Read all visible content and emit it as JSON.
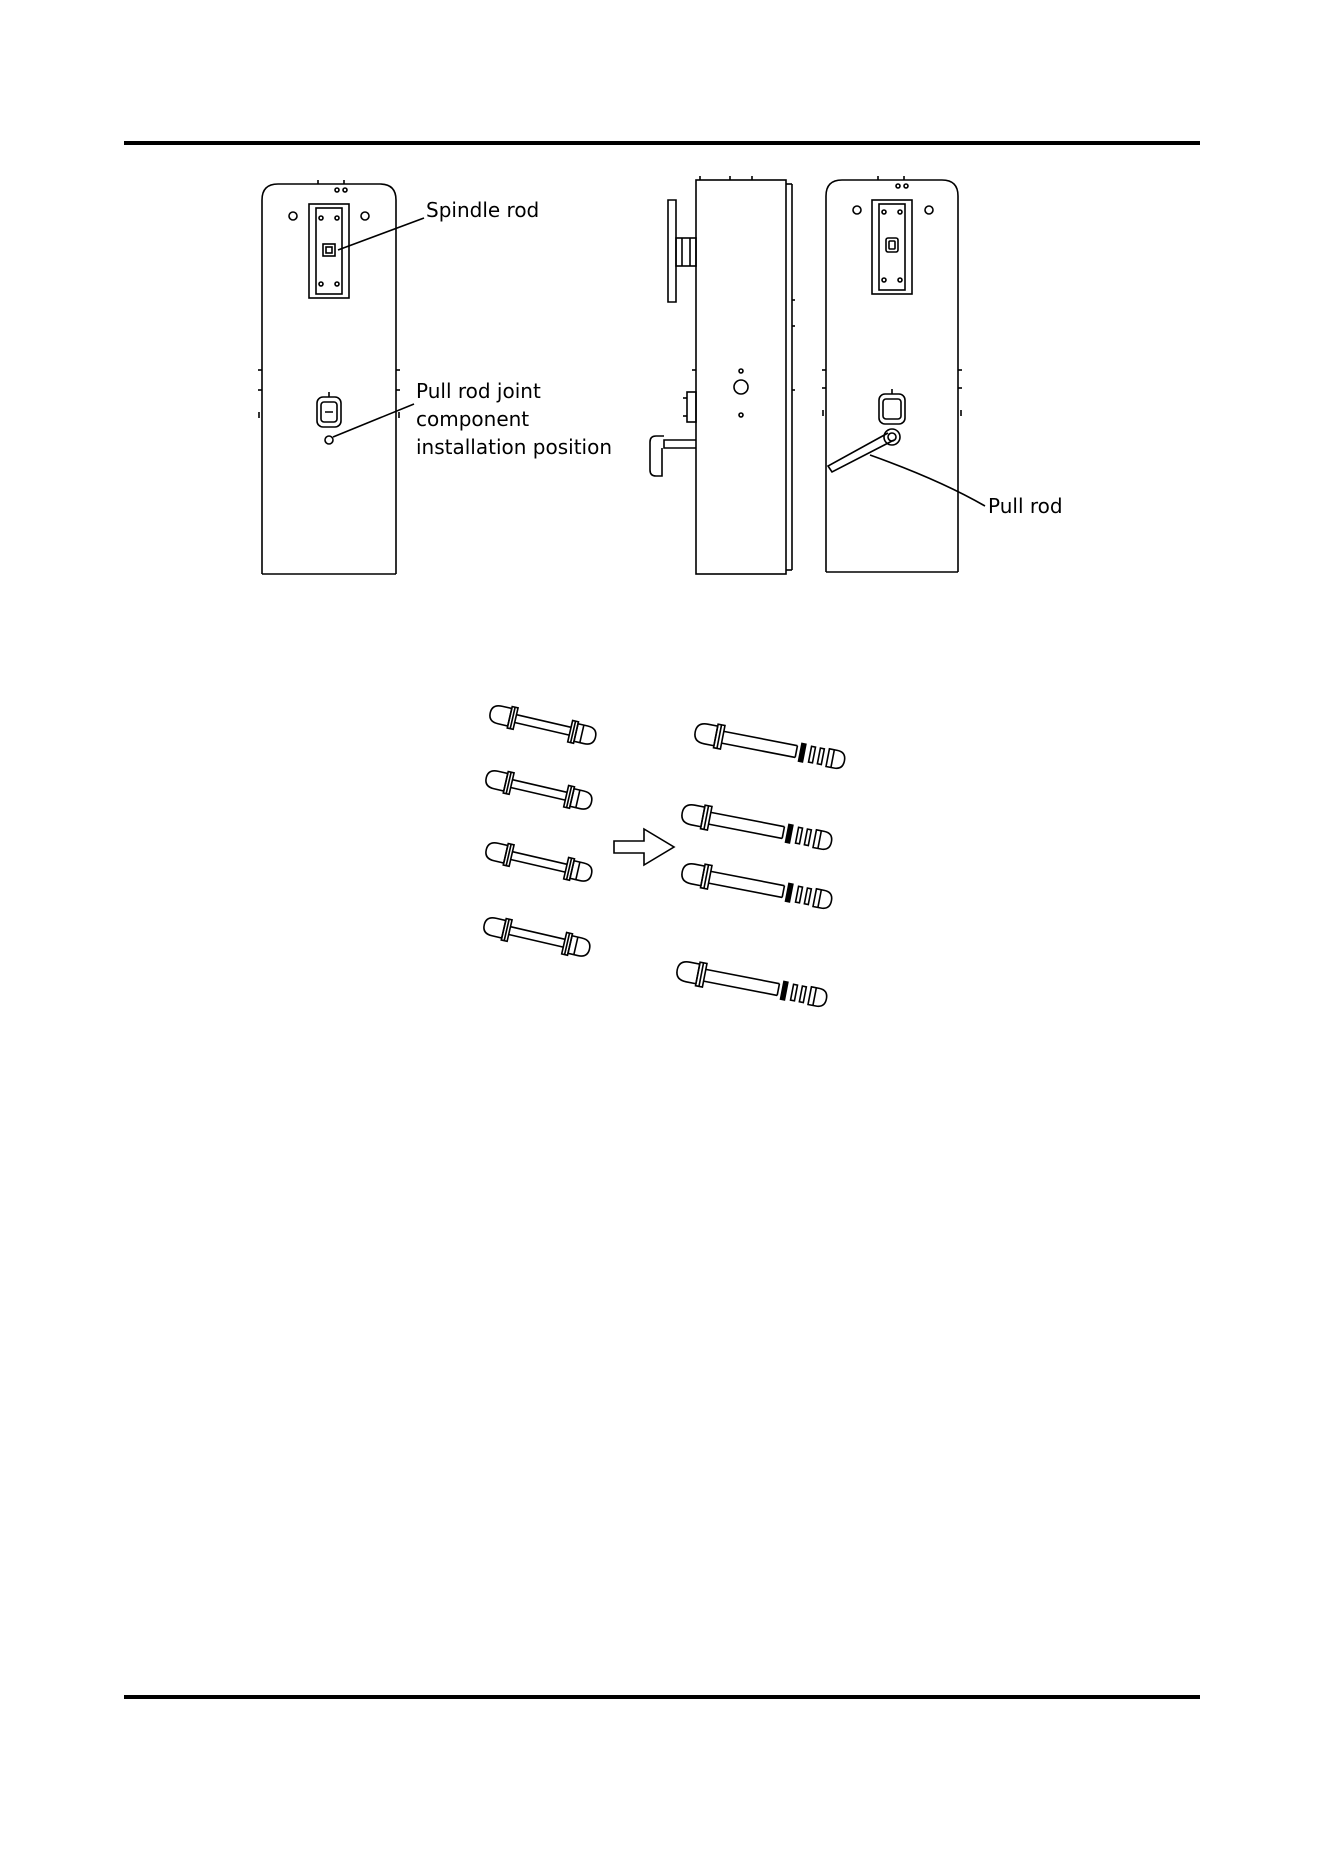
{
  "figure1": {
    "labels": {
      "spindle_rod": "Spindle rod",
      "pull_rod_joint_line1": "Pull rod joint",
      "pull_rod_joint_line2": "component",
      "pull_rod_joint_line3": "installation position",
      "pull_rod": "Pull rod"
    }
  },
  "colors": {
    "line": "#000000",
    "background": "#ffffff"
  }
}
